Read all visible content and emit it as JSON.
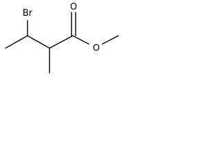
{
  "molecule": {
    "atoms": {
      "bromine": "Br",
      "carbonyl_oxygen": "O",
      "ester_oxygen": "O"
    }
  }
}
